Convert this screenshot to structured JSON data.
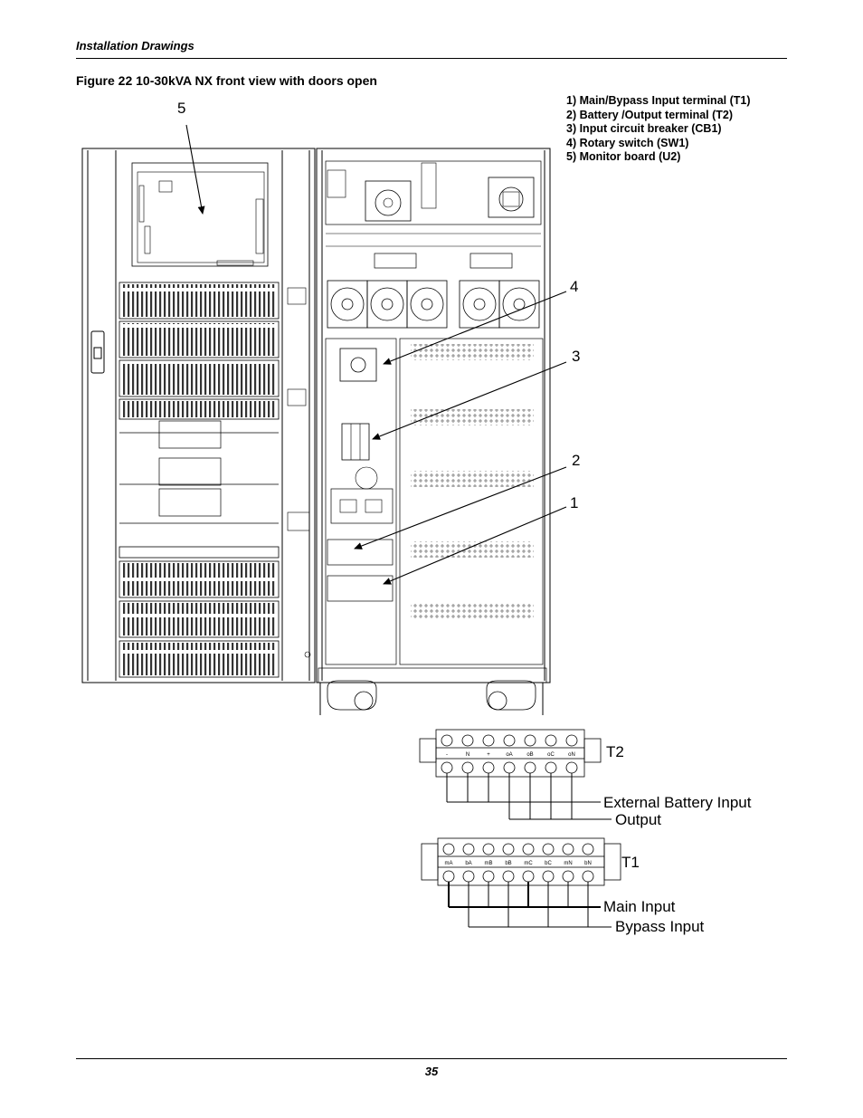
{
  "header": {
    "section": "Installation Drawings"
  },
  "figure": {
    "caption": "Figure 22  10-30kVA NX front view with doors open"
  },
  "legend": {
    "items": [
      "1) Main/Bypass Input terminal (T1)",
      "2) Battery /Output terminal (T2)",
      "3) Input circuit breaker (CB1)",
      "4) Rotary switch (SW1)",
      "5) Monitor board (U2)"
    ]
  },
  "callouts": {
    "c5": "5",
    "c4": "4",
    "c3": "3",
    "c2": "2",
    "c1": "1"
  },
  "t2": {
    "name": "T2",
    "terminals": [
      "-",
      "N",
      "+",
      "oA",
      "oB",
      "oC",
      "oN"
    ],
    "label_external_battery": "External Battery Input",
    "label_output": "Output"
  },
  "t1": {
    "name": "T1",
    "terminals": [
      "mA",
      "bA",
      "mB",
      "bB",
      "mC",
      "bC",
      "mN",
      "bN"
    ],
    "label_main": "Main Input",
    "label_bypass": "Bypass Input"
  },
  "footer": {
    "page_number": "35"
  }
}
